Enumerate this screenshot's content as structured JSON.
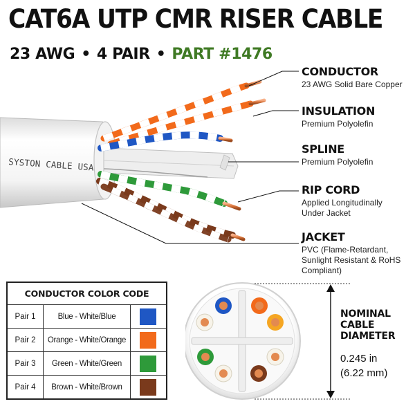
{
  "title": "CAT6A UTP CMR RISER CABLE",
  "subtitle": {
    "awg": "23 AWG",
    "separator": "•",
    "pairs": "4 PAIR",
    "part": "PART #1476"
  },
  "jacket_print": "SYSTON CABLE USA",
  "callouts": [
    {
      "name": "CONDUCTOR",
      "desc": [
        "23 AWG Solid Bare Copper"
      ]
    },
    {
      "name": "INSULATION",
      "desc": [
        "Premium Polyolefin"
      ]
    },
    {
      "name": "SPLINE",
      "desc": [
        "Premium Polyolefin"
      ]
    },
    {
      "name": "RIP CORD",
      "desc": [
        "Applied Longitudinally",
        "Under Jacket"
      ]
    },
    {
      "name": "JACKET",
      "desc": [
        "PVC (Flame-Retardant,",
        "Sunlight Resistant & RoHS",
        "Compliant)"
      ]
    }
  ],
  "color_code": {
    "header": "CONDUCTOR COLOR CODE",
    "rows": [
      {
        "pair": "Pair 1",
        "colors": "Blue - White/Blue",
        "swatch": "#1f57c4"
      },
      {
        "pair": "Pair 2",
        "colors": "Orange - White/Orange",
        "swatch": "#f26a1b"
      },
      {
        "pair": "Pair 3",
        "colors": "Green - White/Green",
        "swatch": "#2e9a3a"
      },
      {
        "pair": "Pair 4",
        "colors": "Brown - White/Brown",
        "swatch": "#7a3a1c"
      }
    ]
  },
  "diameter": {
    "label_lines": [
      "NOMINAL",
      "CABLE",
      "DIAMETER"
    ],
    "value_in": "0.245 in",
    "value_mm": "(6.22 mm)"
  },
  "colors": {
    "blue": "#1f57c4",
    "orange": "#f26a1b",
    "green": "#2e9a3a",
    "brown": "#7a3a1c",
    "copper": "#d9743a",
    "part_green": "#3f7a24"
  }
}
